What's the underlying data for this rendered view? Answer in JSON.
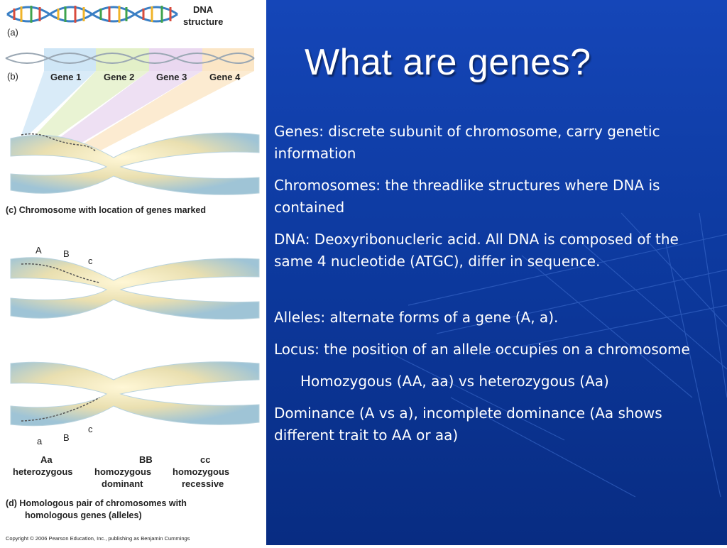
{
  "slide": {
    "title": "What are genes?",
    "paragraphs": [
      "Genes: discrete subunit of chromosome, carry genetic information",
      "Chromosomes: the threadlike structures where DNA is contained",
      "DNA: Deoxyribonucleric acid. All DNA is composed of the same 4 nucleotide (ATGC), differ in sequence.",
      "Alleles: alternate forms of a gene (A, a).",
      "Locus: the position of an allele occupies on a chromosome",
      "Homozygous (AA, aa) vs heterozygous (Aa)",
      "Dominance (A vs a), incomplete dominance (Aa shows different trait to AA or aa)"
    ]
  },
  "figure": {
    "panel_a": {
      "letter": "(a)",
      "label_line1": "DNA",
      "label_line2": "structure"
    },
    "panel_b": {
      "letter": "(b)",
      "genes": [
        "Gene 1",
        "Gene 2",
        "Gene 3",
        "Gene 4"
      ]
    },
    "panel_c": {
      "caption": "(c)  Chromosome with location of genes marked"
    },
    "panel_d": {
      "top_alleles": [
        "A",
        "B",
        "c"
      ],
      "bottom_alleles": [
        "a",
        "B",
        "c"
      ],
      "genotypes": [
        {
          "pair": "Aa",
          "line1": "heterozygous",
          "line2": ""
        },
        {
          "pair": "BB",
          "line1": "homozygous",
          "line2": "dominant"
        },
        {
          "pair": "cc",
          "line1": "homozygous",
          "line2": "recessive"
        }
      ],
      "caption_line1": "(d)  Homologous pair of chromosomes with",
      "caption_line2": "homologous genes (alleles)"
    },
    "copyright": "Copyright © 2006 Pearson Education, Inc., publishing as Benjamin Cummings"
  }
}
